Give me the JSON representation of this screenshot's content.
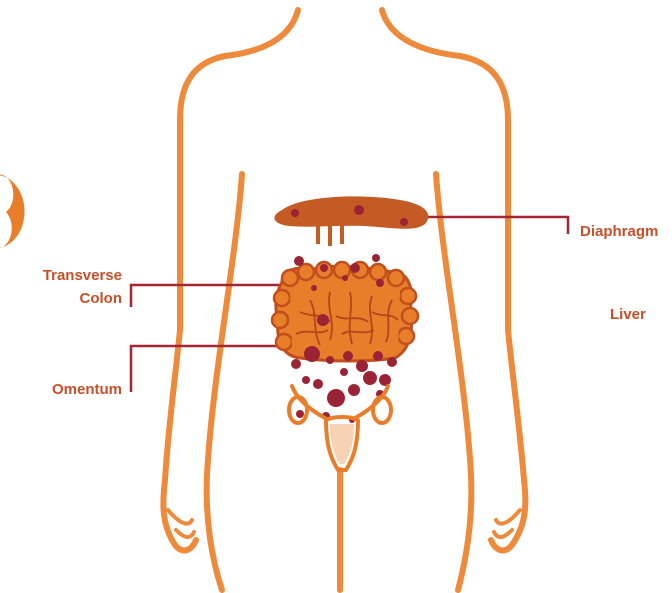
{
  "colors": {
    "outline": "#EE8A3B",
    "label_text": "#C5502A",
    "leader_line": "#A52633",
    "organ_fill": "#E87D2A",
    "organ_stroke": "#C24E1E",
    "diaphragm_fill": "#C45A24",
    "nodule": "#9A2436",
    "vessel": "#B3461B"
  },
  "labels": {
    "transverse_colon_line1": "Transverse",
    "transverse_colon_line2": "Colon",
    "omentum": "Omentum",
    "diaphragm": "Diaphragm",
    "liver": "Liver"
  }
}
